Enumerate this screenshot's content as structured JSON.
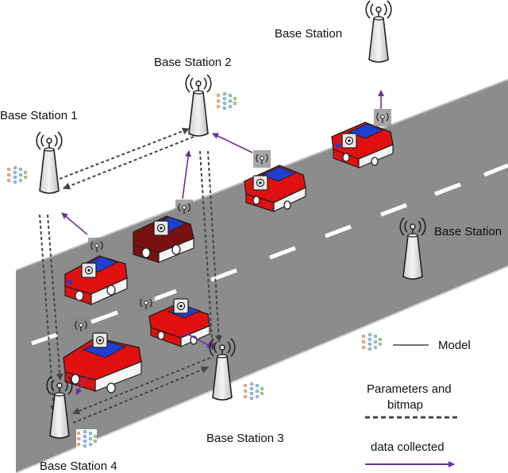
{
  "base_stations": {
    "top_right": "Base Station",
    "bs2": "Base Station 2",
    "bs1": "Base Station 1",
    "right": "Base Station",
    "bs3": "Base Station 3",
    "bs4": "Base Station 4"
  },
  "legend": {
    "model": "Model",
    "params_line1": "Parameters and",
    "params_line2": "bitmap",
    "data": "data collected"
  },
  "colors": {
    "road": "#8c8c8c",
    "road_edge": "#d9d9d9",
    "car_red": "#e01010",
    "car_maroon": "#7a1010",
    "car_blue": "#1f3fd0",
    "arrow_data": "#6a2fa0",
    "arrow_params": "#444444"
  }
}
